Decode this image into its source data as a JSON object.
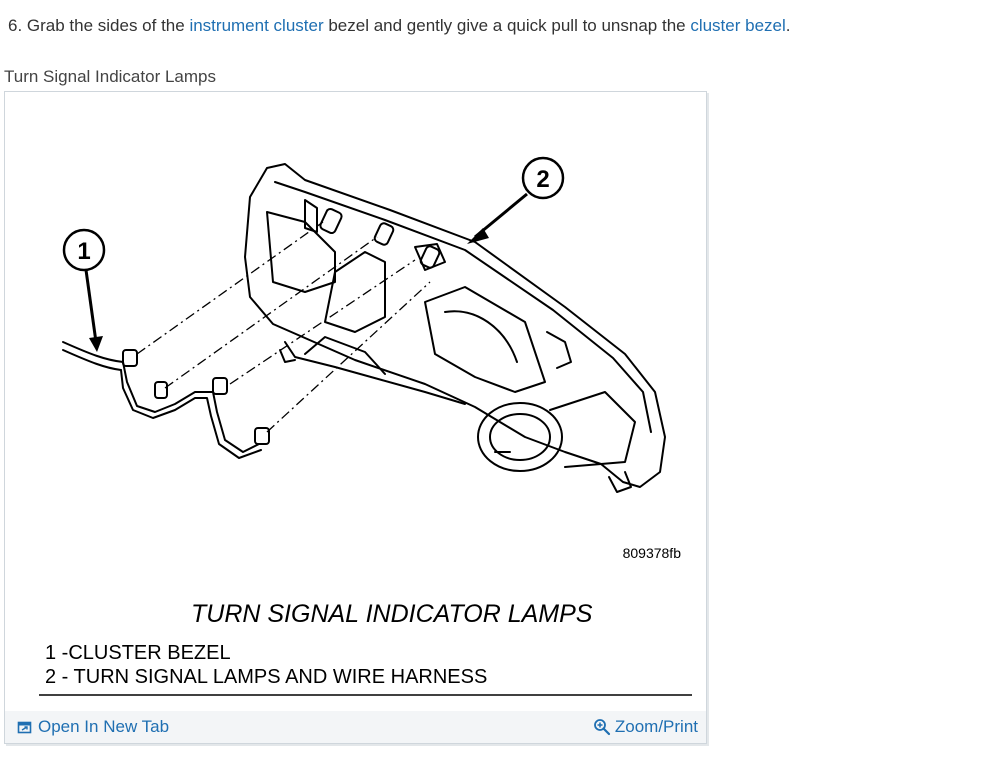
{
  "instruction": {
    "prefix": "6. Grab the sides of the ",
    "link1": "instrument cluster",
    "middle": " bezel and gently give a quick pull to unsnap the ",
    "link2": "cluster bezel",
    "suffix": "."
  },
  "figure": {
    "caption": "Turn Signal Indicator Lamps",
    "code": "809378fb",
    "title": "TURN SIGNAL INDICATOR LAMPS",
    "legend": [
      "1 -CLUSTER BEZEL",
      "2 - TURN SIGNAL LAMPS AND WIRE HARNESS"
    ],
    "callouts": [
      "1",
      "2"
    ]
  },
  "footer": {
    "open_tab": "Open In New Tab",
    "zoom_print": "Zoom/Print"
  }
}
